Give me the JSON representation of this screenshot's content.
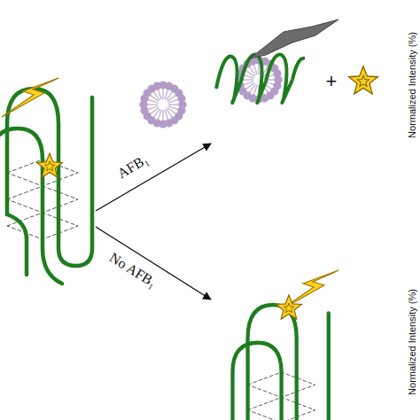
{
  "diagram": {
    "labels": [
      "AFB₁",
      "No AFB₁",
      "+",
      "Normalized Intensity (%)",
      "Normalized Intensity (%)"
    ]
  }
}
